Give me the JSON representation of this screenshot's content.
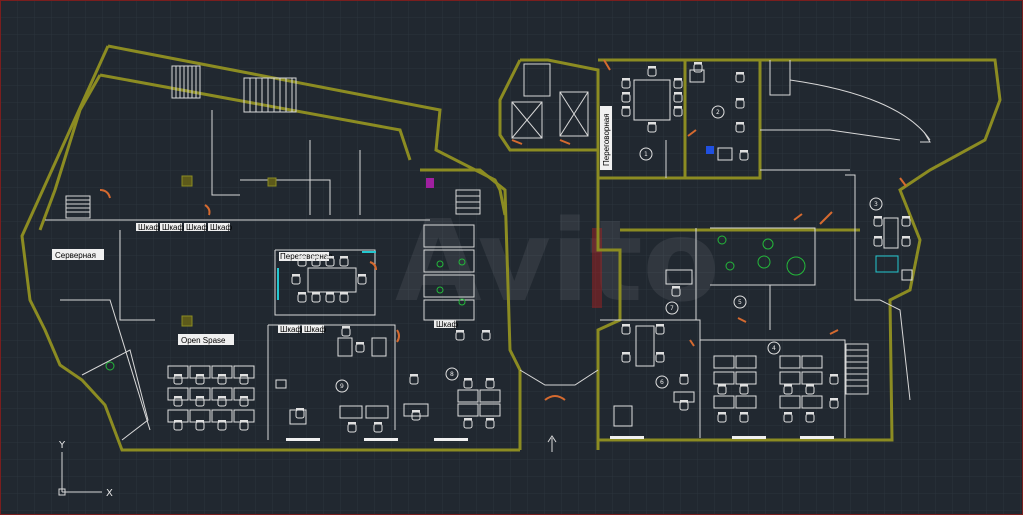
{
  "labels": {
    "server_room": "Серверная",
    "meeting_room_left": "Переговорная",
    "meeting_room_top": "Переговорная",
    "open_space": "Open Spase",
    "cabinet": "Шкаф"
  },
  "room_numbers": {
    "r1": "1",
    "r2": "2",
    "r3": "3",
    "r4": "4",
    "r5": "5",
    "r6": "6",
    "r7": "7",
    "r8": "8",
    "r9": "9"
  },
  "axes": {
    "y": "Y",
    "x": "X"
  },
  "watermark": "Avito",
  "colors": {
    "background": "#212830",
    "grid": "#2a323b",
    "wall": "#8c8c22",
    "wall_fill": "#5d5a1a",
    "line": "#d8d8d8",
    "door": "#d56a2f",
    "cyan": "#24c8d0",
    "green": "#24b83a",
    "label_bg": "#f0f0f0"
  }
}
